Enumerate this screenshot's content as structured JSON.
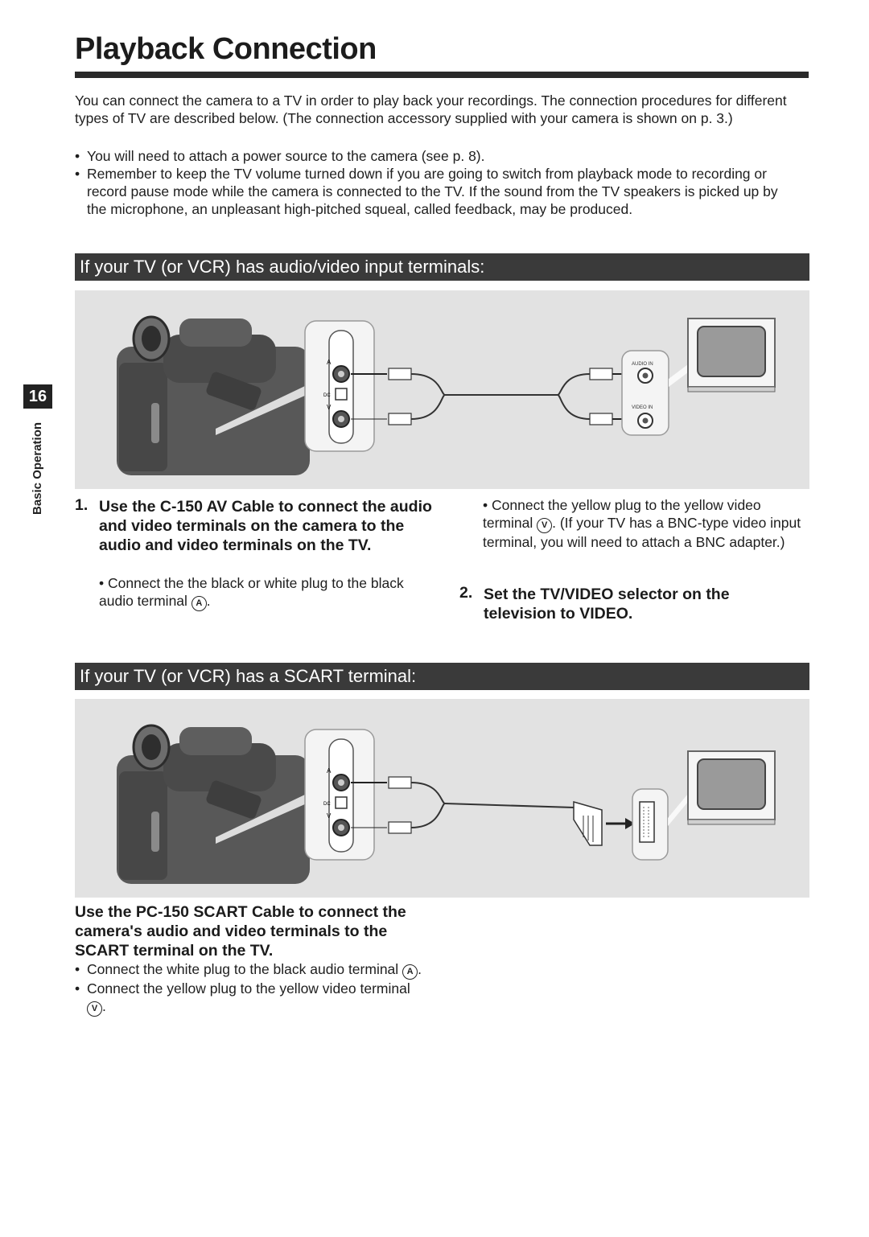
{
  "page": {
    "title": "Playback Connection",
    "page_number": "16",
    "section_label": "Basic Operation"
  },
  "intro": {
    "paragraph": "You can connect the camera to a TV in order to play back your recordings. The connection procedures for different types of TV are described below. (The connection accessory supplied with your camera is shown on p. 3.)",
    "bullets": [
      "You will need to attach a power source to the camera (see p. 8).",
      "Remember to keep the TV volume turned down if you are going to switch from playback mode to recording or record pause mode while the camera is connected to the TV. If the sound from the TV speakers is picked up by the microphone, an unpleasant high-pitched squeal, called feedback, may be produced."
    ]
  },
  "av_section": {
    "banner": "If your TV (or VCR) has audio/video input terminals:",
    "diagram": {
      "audio_in_label": "AUDIO IN",
      "video_in_label": "VIDEO IN",
      "terminal_a": "A",
      "terminal_dc": "DC",
      "terminal_v": "V"
    },
    "step1": {
      "num": "1.",
      "text": "Use the C-150 AV Cable to connect the audio and video terminals on the camera to the audio and video terminals on the TV.",
      "bullet": "Connect the the black or white plug to the black audio terminal",
      "bullet_symbol": "A",
      "bullet_end": "."
    },
    "right_bullet": {
      "start": "Connect the yellow plug to the yellow video terminal",
      "symbol": "V",
      "rest": ". (If your TV has a BNC-type video input terminal, you will need to attach a BNC adapter.)"
    },
    "step2": {
      "num": "2.",
      "text": "Set the TV/VIDEO selector on the television to VIDEO."
    }
  },
  "scart_section": {
    "banner": "If your TV (or VCR) has a SCART terminal:",
    "diagram": {
      "terminal_a": "A",
      "terminal_dc": "DC",
      "terminal_v": "V"
    },
    "heading": "Use the PC-150 SCART Cable to connect the camera's audio and video terminals to the SCART terminal on the TV.",
    "bullets": [
      {
        "start": "Connect the white plug to the black audio terminal",
        "symbol": "A",
        "end": "."
      },
      {
        "start": "Connect the yellow plug to the yellow video terminal",
        "symbol": "V",
        "end": "."
      }
    ]
  },
  "colors": {
    "banner_bg": "#3a3a3a",
    "diagram_bg": "#e2e2e2",
    "text": "#1e1e1e"
  }
}
